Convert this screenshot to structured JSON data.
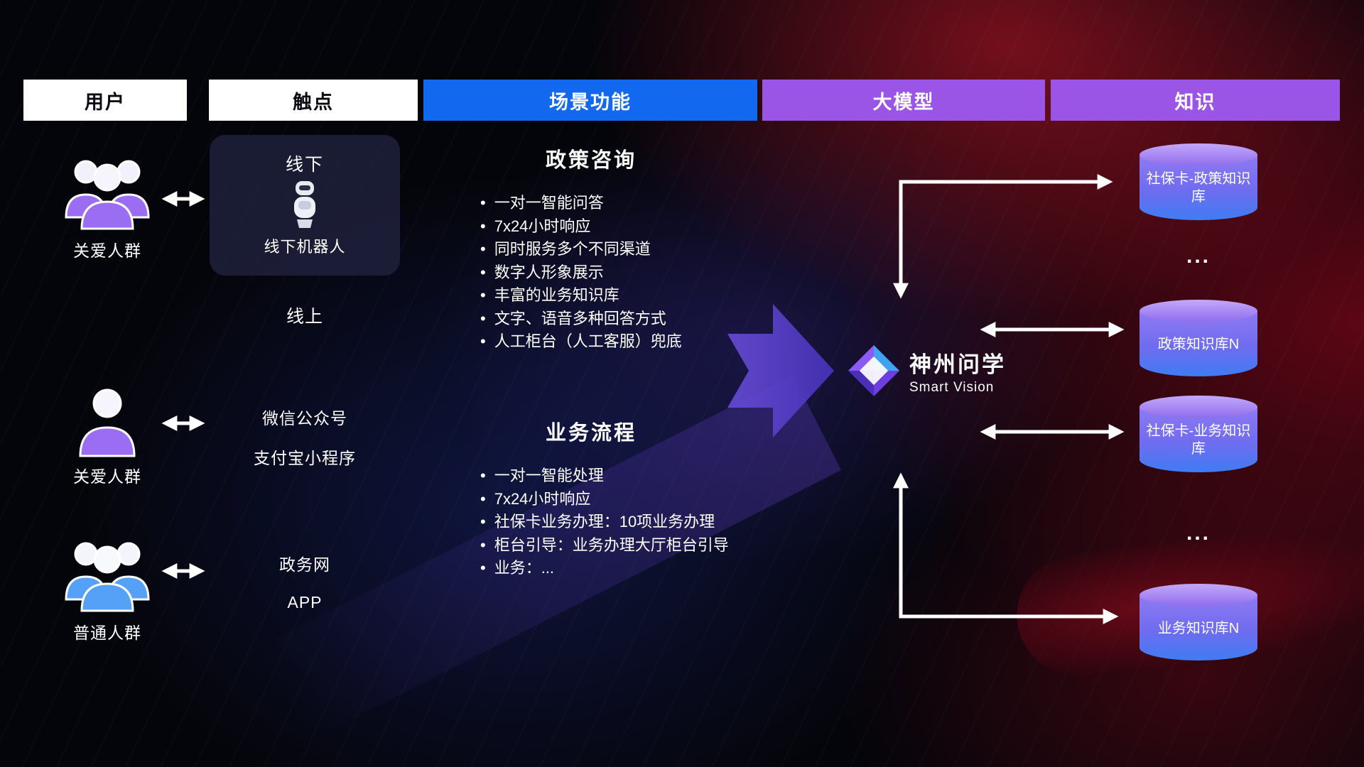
{
  "header": {
    "columns": [
      {
        "label": "用户"
      },
      {
        "label": "触点"
      },
      {
        "label": "场景功能"
      },
      {
        "label": "大模型"
      },
      {
        "label": "知识"
      }
    ]
  },
  "users": {
    "items": [
      {
        "label": "关爱人群",
        "icon": "people-group-icon",
        "color": "#9b6df2"
      },
      {
        "label": "关爱人群",
        "icon": "person-icon",
        "color": "#9b6df2"
      },
      {
        "label": "普通人群",
        "icon": "people-group-icon",
        "color": "#54a1f7"
      }
    ]
  },
  "touchpoints": {
    "offline_title": "线下",
    "offline_robot_label": "线下机器人",
    "online_label": "线上",
    "channels": [
      "微信公众号",
      "支付宝小程序",
      "政务网",
      "APP"
    ]
  },
  "scenes": [
    {
      "title": "政策咨询",
      "items": [
        "一对一智能问答",
        "7x24小时响应",
        "同时服务多个不同渠道",
        "数字人形象展示",
        "丰富的业务知识库",
        "文字、语音多种回答方式",
        "人工柜台（人工客服）兜底"
      ]
    },
    {
      "title": "业务流程",
      "items": [
        "一对一智能处理",
        "7x24小时响应",
        "社保卡业务办理：10项业务办理",
        "柜台引导：业务办理大厅柜台引导",
        "业务：..."
      ]
    }
  ],
  "model": {
    "name": "神州问学",
    "subtitle": "Smart Vision"
  },
  "knowledge": {
    "items": [
      {
        "label": "社保卡-政策知识库"
      },
      {
        "label": "..."
      },
      {
        "label": "政策知识库N"
      },
      {
        "label": "社保卡-业务知识库"
      },
      {
        "label": "..."
      },
      {
        "label": "业务知识库N"
      }
    ]
  },
  "colors": {
    "header_blue": "#1368f0",
    "header_purple": "#9b55e6",
    "accent_purple": "#9b6df2",
    "accent_blue": "#54a1f7",
    "cylinder_top": "#c3a9fa",
    "cylinder_body_top": "#8f7af2",
    "cylinder_body_bottom": "#3f7cf2",
    "connector_white": "#ffffff",
    "flow_arrow_purple": "#6d4fe0"
  }
}
